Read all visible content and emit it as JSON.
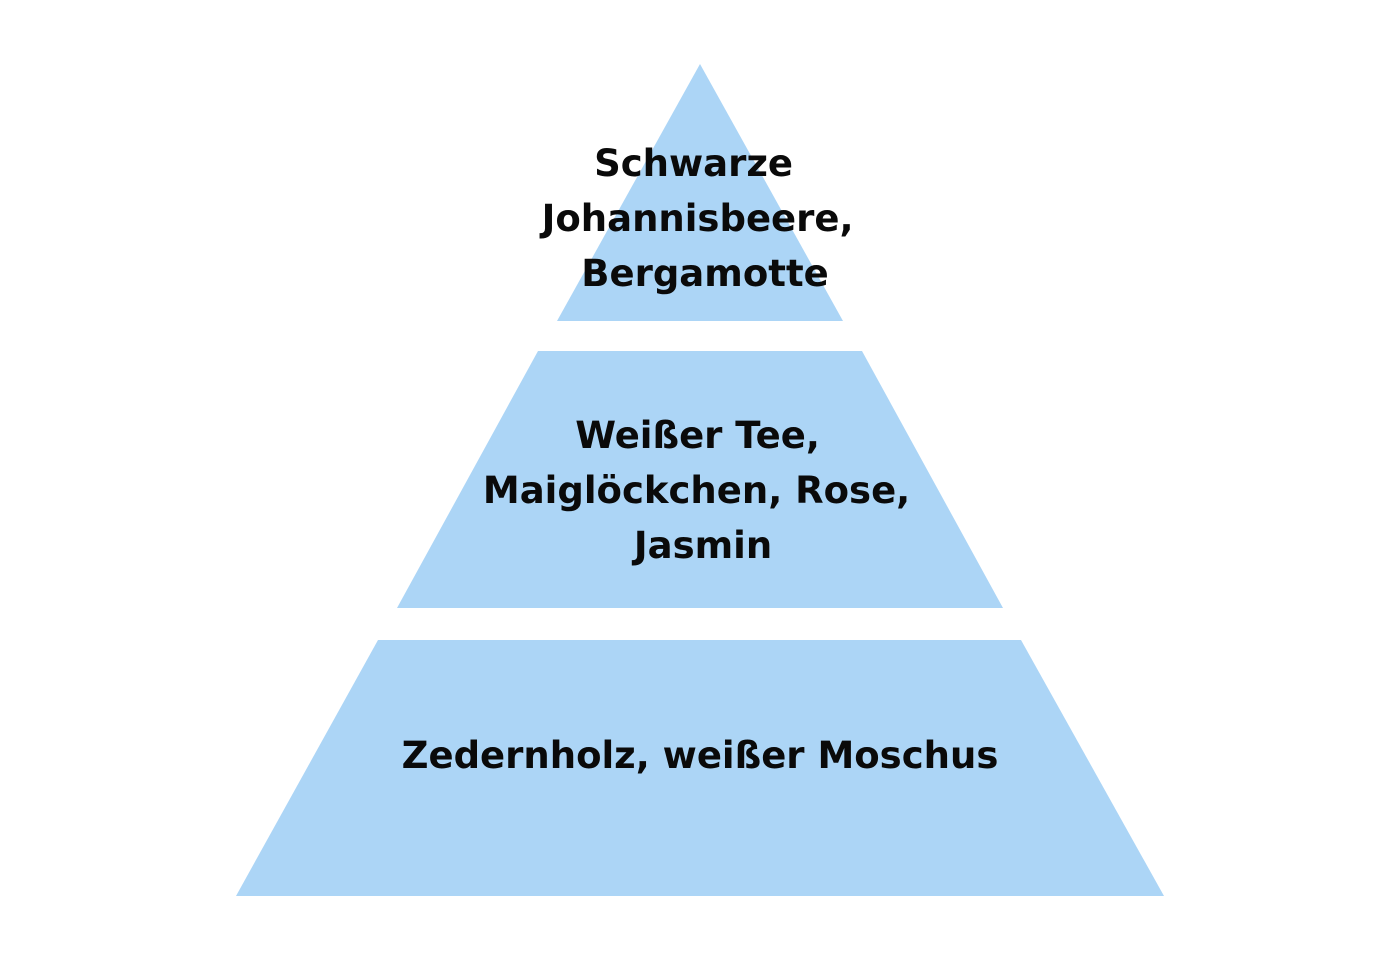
{
  "diagram": {
    "type": "pyramid",
    "fill_color": "#acd5f6",
    "text_color": "#0a0a0a",
    "background_color": "#ffffff",
    "tiers": [
      {
        "id": "top",
        "lines": [
          "Schwarze",
          "Johannisbeere,",
          "Bergamotte"
        ]
      },
      {
        "id": "middle",
        "lines": [
          "Weißer Tee,",
          "Maiglöckchen, Rose,",
          "Jasmin"
        ]
      },
      {
        "id": "base",
        "lines": [
          "Zedernholz, weißer Moschus"
        ]
      }
    ]
  }
}
